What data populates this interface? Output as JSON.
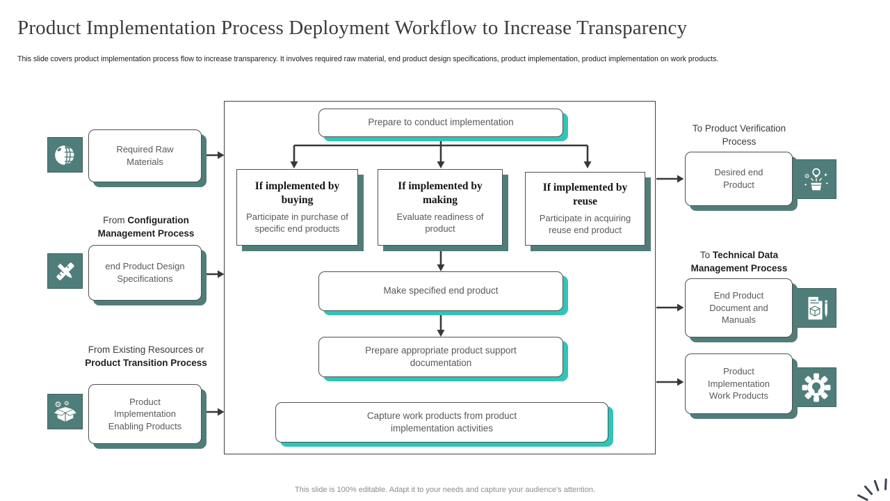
{
  "slide": {
    "title": "Product Implementation Process Deployment Workflow to Increase Transparency",
    "subtitle": "This slide covers product implementation process flow to increase transparency. It involves required raw material, end product design specifications, product implementation, product implementation on work products.",
    "footer": "This slide is 100% editable. Adapt it to your needs and capture your audience's attention."
  },
  "left": {
    "items": [
      {
        "icon": "globe-icon",
        "label": "Required Raw Materials"
      },
      {
        "icon": "ruler-pencil-icon",
        "label": "end Product Design Specifications"
      },
      {
        "icon": "box-gears-icon",
        "label": "Product Implementation Enabling Products"
      }
    ],
    "headings": [
      {
        "normal": "From ",
        "bold": "Configuration Management Process"
      },
      {
        "normal": "From Existing Resources or ",
        "bold": "Product Transition Process"
      }
    ]
  },
  "flow": {
    "prepare": "Prepare to conduct implementation",
    "branches": [
      {
        "title": "If implemented by buying",
        "body": "Participate in purchase of specific end products"
      },
      {
        "title": "If implemented by making",
        "body": "Evaluate readiness of product"
      },
      {
        "title": "If implemented by reuse",
        "body": "Participate in acquiring reuse end product"
      }
    ],
    "make": "Make specified end product",
    "support_doc": "Prepare appropriate product support documentation",
    "capture": "Capture work products from product implementation activities"
  },
  "right": {
    "headings": [
      {
        "normal": "To Product Verification Process",
        "bold": ""
      },
      {
        "normal": "To ",
        "bold": "Technical Data Management Process"
      }
    ],
    "items": [
      {
        "icon": "idea-box-icon",
        "label": "Desired end Product"
      },
      {
        "icon": "document-pen-icon",
        "label": "End Product Document and Manuals"
      },
      {
        "icon": "gear-icon",
        "label": "Product Implementation Work Products"
      }
    ]
  },
  "colors": {
    "teal": "#4F7D7A",
    "turquoise": "#2FC5B9",
    "arrow": "#383838",
    "sunburst": "#3D4458"
  }
}
